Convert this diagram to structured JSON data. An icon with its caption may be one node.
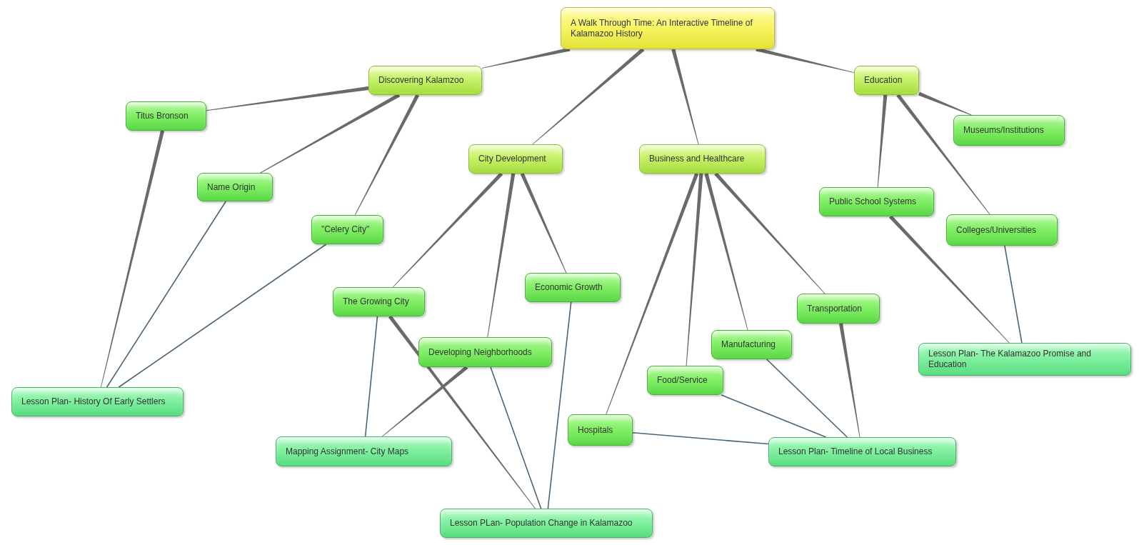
{
  "diagram": {
    "nodes": [
      {
        "text": [
          "A Walk Through Time: An Interactive Timeline of Kalamazoo History"
        ]
      },
      {
        "text": [
          "Discovering Kalamzoo"
        ]
      },
      {
        "text": [
          "Education"
        ]
      },
      {
        "text": [
          "Titus Bronson"
        ]
      },
      {
        "text": [
          "Museums/Institutions"
        ]
      },
      {
        "text": [
          "City Development"
        ]
      },
      {
        "text": [
          "Business and Healthcare"
        ]
      },
      {
        "text": [
          "Name Origin"
        ]
      },
      {
        "text": [
          "Public School Systems"
        ]
      },
      {
        "text": [
          "\"Celery City\""
        ]
      },
      {
        "text": [
          "Colleges/Universities"
        ]
      },
      {
        "text": [
          "Economic Growth"
        ]
      },
      {
        "text": [
          "The Growing City"
        ]
      },
      {
        "text": [
          "Transportation"
        ]
      },
      {
        "text": [
          "Manufacturing"
        ]
      },
      {
        "text": [
          "Developing Neighborhoods"
        ]
      },
      {
        "text": [
          "Lesson Plan- The Kalamazoo Promise and Education"
        ]
      },
      {
        "text": [
          "Food/Service"
        ]
      },
      {
        "text": [
          "Lesson Plan- History Of Early Settlers"
        ]
      },
      {
        "text": [
          "Hospitals"
        ]
      },
      {
        "text": [
          "Mapping Assignment- City Maps"
        ]
      },
      {
        "text": [
          "Lesson Plan- Timeline of Local Business"
        ]
      },
      {
        "text": [
          "Lesson PLan- Population Change in Kalamazoo"
        ]
      }
    ],
    "edges": [
      {
        "from": 0,
        "to": 1,
        "arrow": "none"
      },
      {
        "from": 0,
        "to": 5,
        "arrow": "none"
      },
      {
        "from": 0,
        "to": 6,
        "arrow": "none"
      },
      {
        "from": 0,
        "to": 2,
        "arrow": "none"
      },
      {
        "from": 1,
        "to": 3,
        "arrow": "none"
      },
      {
        "from": 1,
        "to": 7,
        "arrow": "none"
      },
      {
        "from": 1,
        "to": 9,
        "arrow": "none"
      },
      {
        "from": 5,
        "to": 12,
        "arrow": "none"
      },
      {
        "from": 5,
        "to": 15,
        "arrow": "none"
      },
      {
        "from": 5,
        "to": 11,
        "arrow": "none"
      },
      {
        "from": 6,
        "to": 19,
        "arrow": "none"
      },
      {
        "from": 6,
        "to": 17,
        "arrow": "none"
      },
      {
        "from": 6,
        "to": 14,
        "arrow": "none"
      },
      {
        "from": 6,
        "to": 13,
        "arrow": "none"
      },
      {
        "from": 2,
        "to": 4,
        "arrow": "none"
      },
      {
        "from": 2,
        "to": 8,
        "arrow": "none"
      },
      {
        "from": 2,
        "to": 10,
        "arrow": "none"
      },
      {
        "from": 3,
        "to": 18,
        "arrow": "none"
      },
      {
        "from": 7,
        "to": 18,
        "arrow": "none",
        "color": "#4b6477"
      },
      {
        "from": 9,
        "to": 18,
        "arrow": "none",
        "color": "#4b6477"
      },
      {
        "from": 12,
        "to": 20,
        "arrow": "none",
        "color": "#4b6477"
      },
      {
        "from": 12,
        "to": 22,
        "arrow": "none"
      },
      {
        "from": 15,
        "to": 20,
        "arrow": "none"
      },
      {
        "from": 15,
        "to": 22,
        "arrow": "none",
        "color": "#4b6477"
      },
      {
        "from": 11,
        "to": 22,
        "arrow": "none",
        "color": "#4b6477"
      },
      {
        "from": 19,
        "to": 21,
        "arrow": "none",
        "color": "#4b6477"
      },
      {
        "from": 17,
        "to": 21,
        "arrow": "none",
        "color": "#4b6477"
      },
      {
        "from": 14,
        "to": 21,
        "arrow": "none",
        "color": "#4b6477"
      },
      {
        "from": 13,
        "to": 21,
        "arrow": "none"
      },
      {
        "from": 8,
        "to": 16,
        "arrow": "none"
      },
      {
        "from": 10,
        "to": 16,
        "arrow": "none",
        "color": "#4b6477"
      }
    ]
  }
}
